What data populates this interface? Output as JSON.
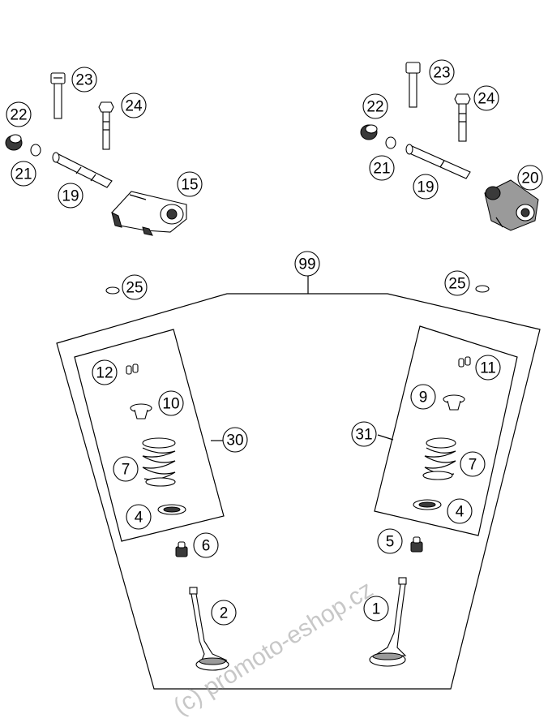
{
  "diagram": {
    "callouts": {
      "c23_left": "23",
      "c24_left": "24",
      "c22_left": "22",
      "c21_left": "21",
      "c19_left": "19",
      "c15": "15",
      "c23_right": "23",
      "c24_right": "24",
      "c22_right": "22",
      "c21_right": "21",
      "c19_right": "19",
      "c20": "20",
      "c99": "99",
      "c25_left": "25",
      "c25_right": "25",
      "c12": "12",
      "c10": "10",
      "c30": "30",
      "c7_left": "7",
      "c4_left": "4",
      "c6": "6",
      "c2": "2",
      "c11": "11",
      "c9": "9",
      "c31": "31",
      "c7_right": "7",
      "c4_right": "4",
      "c5": "5",
      "c1": "1"
    },
    "watermark": "(c) promoto-eshop.cz"
  }
}
